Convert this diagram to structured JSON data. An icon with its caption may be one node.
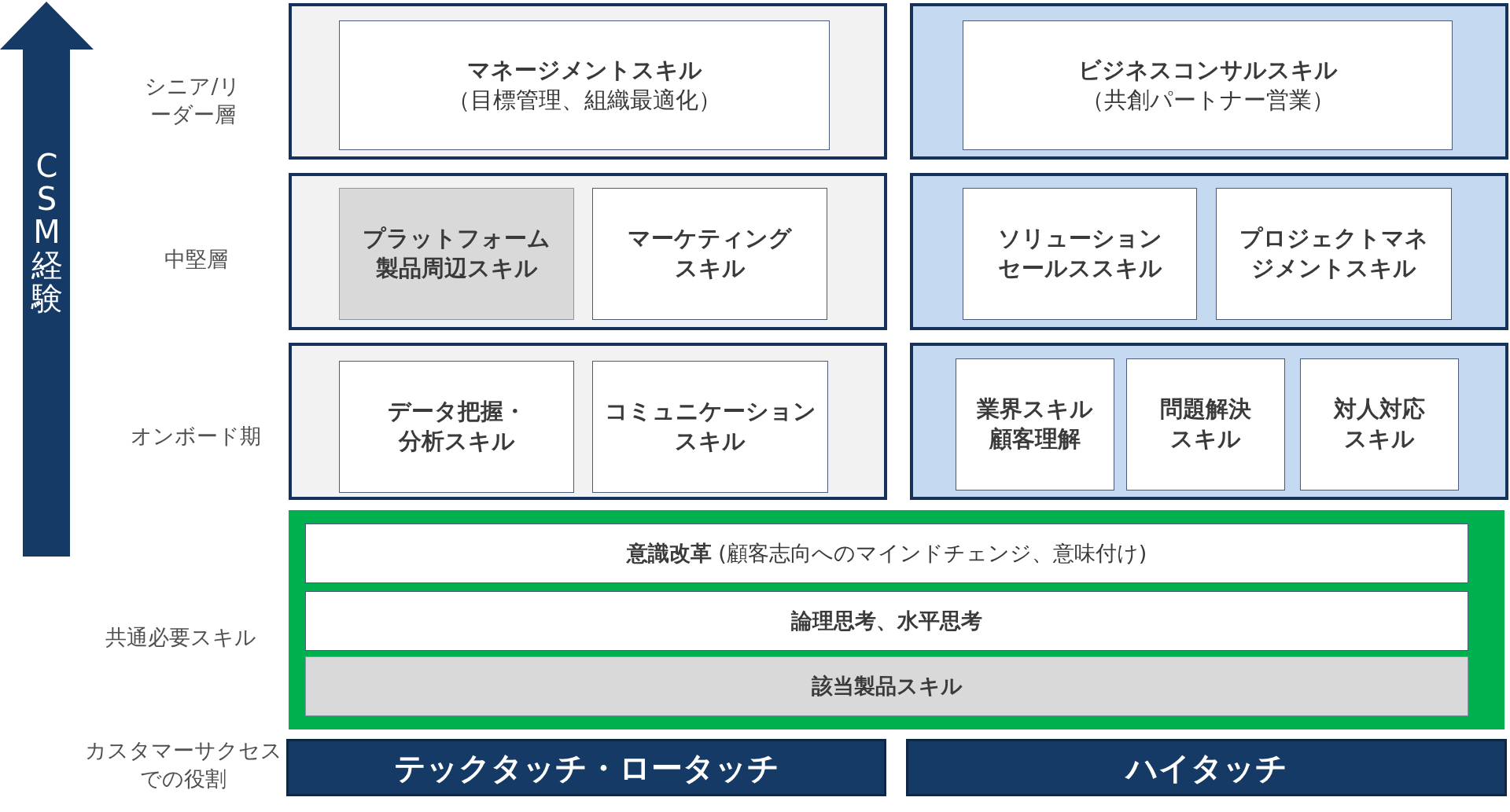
{
  "diagram": {
    "nodes": [
      {
        "text": [
          "CSM経験"
        ]
      },
      {
        "text": [],
        "shape": "box"
      },
      {
        "text": [
          "マネージメントスキル",
          "（目標管理、組織最適化）"
        ],
        "in": 1
      },
      {
        "text": [],
        "shape": "box"
      },
      {
        "text": [
          "ビジネスコンサルスキル",
          "（共創パートナー営業）"
        ],
        "in": 3
      },
      {
        "text": [],
        "shape": "box"
      },
      {
        "text": [
          "プラットフォーム製品周辺スキル"
        ],
        "in": 5
      },
      {
        "text": [
          "マーケティングスキル"
        ],
        "in": 5
      },
      {
        "text": [],
        "shape": "box"
      },
      {
        "text": [
          "ソリューションセールススキル"
        ],
        "in": 8
      },
      {
        "text": [
          "プロジェクトマネジメントスキル"
        ],
        "in": 8
      },
      {
        "text": [],
        "shape": "box"
      },
      {
        "text": [
          "データ把握・分析スキル"
        ],
        "in": 11
      },
      {
        "text": [
          "コミュニケーションスキル"
        ],
        "in": 11
      },
      {
        "text": [],
        "shape": "box"
      },
      {
        "text": [
          "業界スキル顧客理解"
        ],
        "in": 14
      },
      {
        "text": [
          "問題解決スキル"
        ],
        "in": 14
      },
      {
        "text": [
          "対人対応スキル"
        ],
        "in": 14
      },
      {
        "text": [],
        "shape": "box"
      },
      {
        "text": [
          "**意識改革** (顧客志向へのマインドチェンジ、意味付け)"
        ],
        "in": 18
      },
      {
        "text": [
          "論理思考、水平思考"
        ],
        "in": 18
      },
      {
        "text": [
          "該当製品スキル"
        ],
        "in": 18
      },
      {
        "text": [
          "テックタッチ・ロータッチ"
        ]
      },
      {
        "text": [
          "ハイタッチ"
        ]
      }
    ],
    "edges": [],
    "labels": [
      "シニア/リーダー層",
      "中堅層",
      "オンボード期",
      "共通必要スキル",
      "カスタマーサクセスでの役割"
    ]
  }
}
